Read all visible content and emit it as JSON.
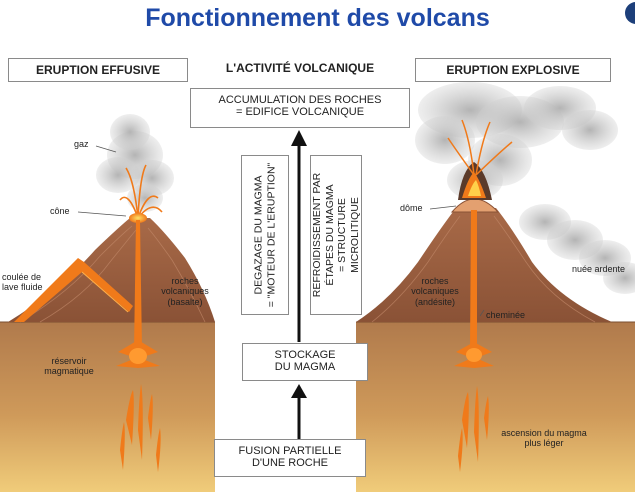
{
  "title": "Fonctionnement des volcans",
  "headers": {
    "left": "ERUPTION EFFUSIVE",
    "center": "L'ACTIVITÉ VOLCANIQUE",
    "right": "ERUPTION EXPLOSIVE"
  },
  "boxes": {
    "top_line1": "ACCUMULATION DES ROCHES",
    "top_line2": "= EDIFICE VOLCANIQUE",
    "storage_line1": "STOCKAGE",
    "storage_line2": "DU MAGMA",
    "fusion_line1": "FUSION PARTIELLE",
    "fusion_line2": "D'UNE ROCHE"
  },
  "vertical_boxes": {
    "left_line1": "DEGAZAGE DU MAGMA",
    "left_line2": "= \"MOTEUR DE L'ERUPTION\"",
    "right_line1": "REFROIDISSEMENT PAR",
    "right_line2": "ÉTAPES DU MAGMA",
    "right_line3": "= STRUCTURE MICROLITIQUE"
  },
  "labels_left": {
    "gaz": "gaz",
    "cone": "cône",
    "coulee_line1": "coulée de",
    "coulee_line2": "lave fluide",
    "roches_line1": "roches",
    "roches_line2": "volcaniques",
    "roches_line3": "(basalte)",
    "reservoir_line1": "réservoir",
    "reservoir_line2": "magmatique"
  },
  "labels_right": {
    "dome": "dôme",
    "nuee": "nuée ardente",
    "roches_line1": "roches",
    "roches_line2": "volcaniques",
    "roches_line3": "(andésite)",
    "cheminee": "cheminée",
    "ascension_line1": "ascension du magma",
    "ascension_line2": "plus léger"
  },
  "colors": {
    "title": "#1f4aa8",
    "ground": "#c48a52",
    "volcano": "#9a6142",
    "lava": "#f07a1a",
    "ash": "#9a9a9a"
  }
}
